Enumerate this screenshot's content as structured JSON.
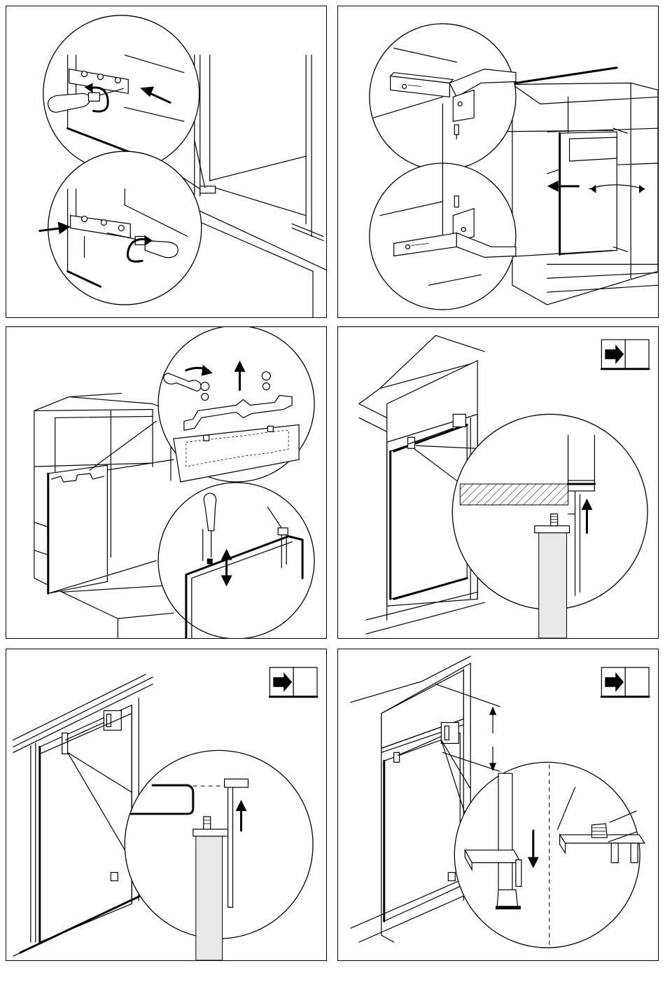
{
  "figure": {
    "panel_count": 6,
    "panels": [
      {
        "id": "step-1",
        "content": "hinge-screw-adjustment"
      },
      {
        "id": "step-2",
        "content": "hinge-bracket-door-swing"
      },
      {
        "id": "step-3",
        "content": "door-bracket-adjustment"
      },
      {
        "id": "step-4",
        "content": "top-slide-bracket",
        "manual_reference": true
      },
      {
        "id": "step-5",
        "content": "slide-bracket-attachment",
        "manual_reference": true
      },
      {
        "id": "step-6",
        "content": "bracket-insertion-detail",
        "manual_reference": true
      }
    ],
    "icons": {
      "manual_reference": "book-arrow-icon",
      "direction": "arrow-icon",
      "rotation": "rotation-arrow-icon",
      "screwdriver": "screwdriver-icon",
      "wrench": "wrench-icon"
    },
    "colors": {
      "line": "#000000",
      "background": "#ffffff",
      "fill_grey": "#e9e9e9"
    }
  }
}
